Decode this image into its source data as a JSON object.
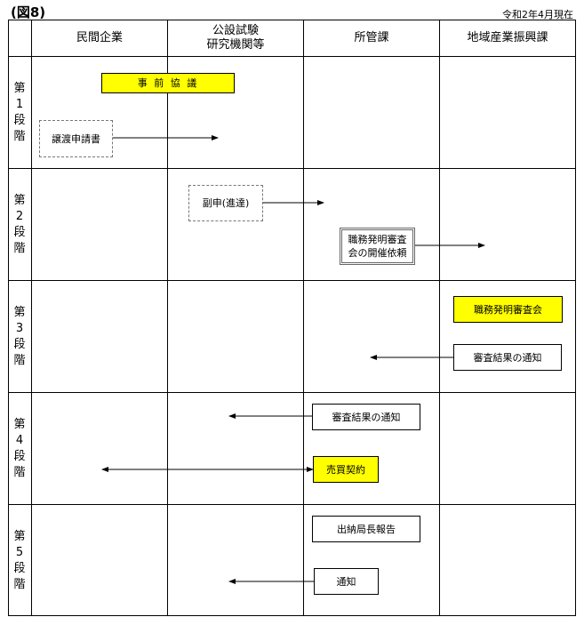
{
  "figure_label": "(図8)",
  "date_note": "令和2年4月現在",
  "columns": [
    "民間企業",
    "公設試験\n研究機関等",
    "所管課",
    "地域産業振興課"
  ],
  "stages": [
    "第\n1\n段\n階",
    "第\n2\n段\n階",
    "第\n3\n段\n階",
    "第\n4\n段\n階",
    "第\n5\n段\n階"
  ],
  "boxes": {
    "prior_consultation": "事 前 協 議",
    "transfer_application": "譲渡申請書",
    "submission_dispatch": "副申(進達)",
    "review_request": "職務発明審査\n会の開催依頼",
    "review_committee": "職務発明審査会",
    "review_result_notice_s3": "審査結果の通知",
    "review_result_notice_s4": "審査結果の通知",
    "sales_contract": "売買契約",
    "treasurer_report": "出納局長報告",
    "notification": "通知"
  },
  "colors": {
    "highlight": "#ffff00",
    "line": "#000000"
  }
}
